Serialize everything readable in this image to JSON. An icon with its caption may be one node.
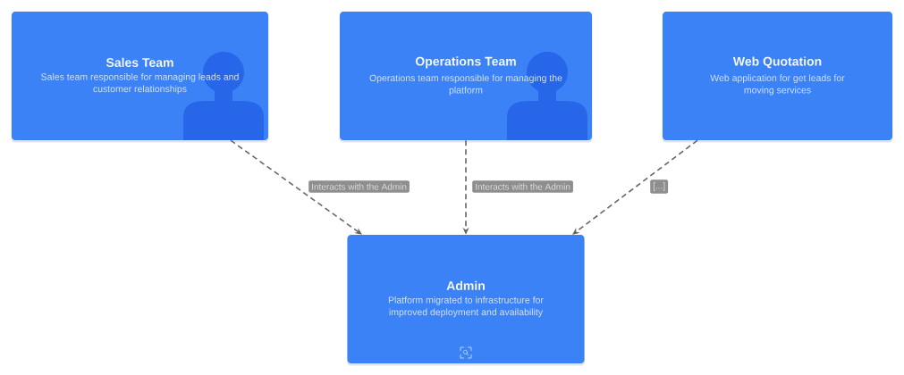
{
  "diagram": {
    "nodes": [
      {
        "text": [
          "Sales Team",
          "Sales team responsible for managing leads and customer relationships"
        ]
      },
      {
        "text": [
          "Operations Team",
          "Operations team responsible for managing the platform"
        ]
      },
      {
        "text": [
          "Web Quotation",
          "Web application for get leads for moving services"
        ]
      },
      {
        "text": [
          "Admin",
          "Platform migrated to infrastructure for improved deployment and availability"
        ]
      }
    ],
    "edges": [
      {
        "from": 0,
        "to": 3,
        "arrow": "to",
        "style": "dashed",
        "label": "Interacts with the Admin"
      },
      {
        "from": 1,
        "to": 3,
        "arrow": "to",
        "style": "dashed",
        "label": "Interacts with the Admin"
      },
      {
        "from": 2,
        "to": 3,
        "arrow": "to",
        "style": "dashed",
        "label": "[...]"
      }
    ]
  }
}
